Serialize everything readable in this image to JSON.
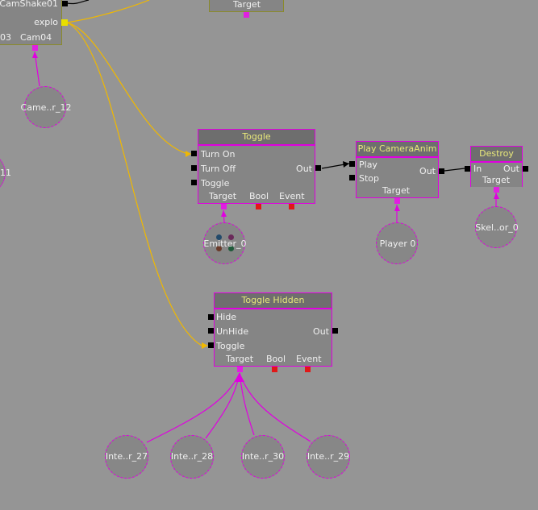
{
  "cam_node": {
    "outputs": [
      "CamShake01",
      "explo"
    ],
    "vars": [
      "03",
      "Cam04"
    ]
  },
  "top_node": {
    "var": "Target"
  },
  "toggle": {
    "title": "Toggle",
    "inputs": [
      "Turn On",
      "Turn Off",
      "Toggle"
    ],
    "output": "Out",
    "vars": [
      "Target",
      "Bool",
      "Event"
    ]
  },
  "play_anim": {
    "title": "Play CameraAnim",
    "inputs": [
      "Play",
      "Stop"
    ],
    "output": "Out",
    "vars": [
      "Target"
    ]
  },
  "destroy": {
    "title": "Destroy",
    "input": "In",
    "output": "Out",
    "vars": [
      "Target"
    ]
  },
  "toggle_hidden": {
    "title": "Toggle Hidden",
    "inputs": [
      "Hide",
      "UnHide",
      "Toggle"
    ],
    "output": "Out",
    "vars": [
      "Target",
      "Bool",
      "Event"
    ]
  },
  "variables": {
    "cam": "Came..r_12",
    "left": "11",
    "emitter": "Emitter_0",
    "player": "Player 0",
    "skel": "Skel..or_0",
    "inte27": "Inte..r_27",
    "inte28": "Inte..r_28",
    "inte30": "Inte..r_30",
    "inte29": "Inte..r_29"
  },
  "colors": {
    "background": "#959595",
    "node_border": "#e000e0",
    "title_text": "#e8e87a",
    "event_wire": "#f0b800",
    "var_link": "#e000e0"
  }
}
